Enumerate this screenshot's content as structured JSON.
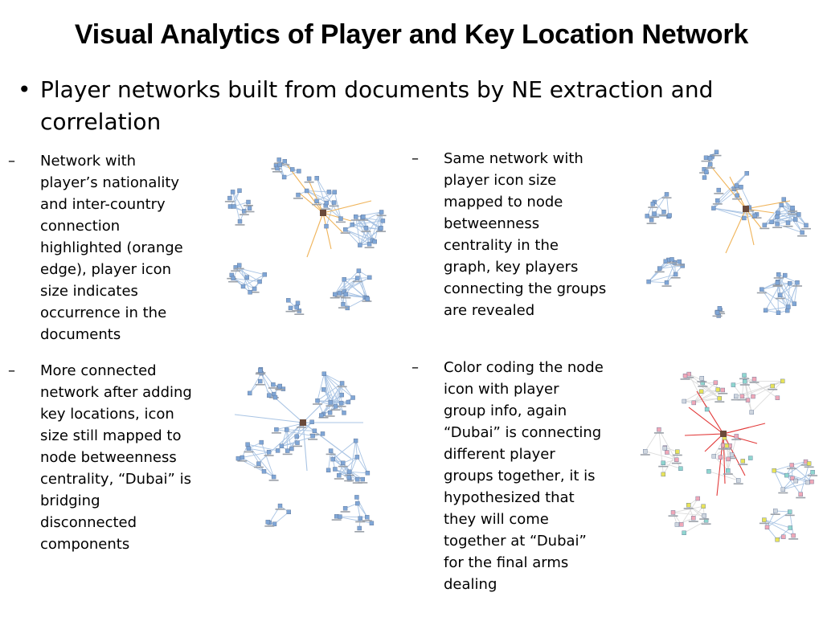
{
  "slide": {
    "title": "Visual Analytics of Player and Key Location Network",
    "bullet_glyph": "•",
    "bullet_text": "Player networks built from documents by NE extraction and correlation",
    "dash_glyph": "–"
  },
  "subbullets": [
    {
      "lines": [
        "Network with",
        "player’s nationality",
        "and inter-country",
        "connection",
        "highlighted (orange",
        "edge), player icon",
        "size indicates",
        "occurrence in the",
        "documents"
      ]
    },
    {
      "lines": [
        "Same network with",
        "player icon size",
        "mapped to node",
        "betweenness",
        "centrality in the",
        "graph, key players",
        "connecting the groups",
        "are revealed"
      ]
    },
    {
      "lines": [
        "More connected",
        "network after adding",
        "key locations, icon",
        "size still mapped to",
        "node betweenness",
        "centrality, “Dubai” is",
        "bridging",
        "disconnected",
        "components"
      ]
    },
    {
      "lines": [
        "Color coding the node",
        "icon with player",
        "group info, again",
        "“Dubai” is connecting",
        "different player",
        "groups together, it is",
        "hypothesized that",
        "they will come",
        "together at “Dubai”",
        "for the final arms",
        "dealing"
      ]
    }
  ],
  "colors": {
    "edge_blue": "#a9c4e4",
    "edge_orange": "#f0b45a",
    "edge_red": "#e23a3a",
    "node_blue": "#7fa6d6",
    "node_yellow": "#e8e35a",
    "node_pink": "#f0a8b8",
    "node_teal": "#8fd6cf"
  }
}
